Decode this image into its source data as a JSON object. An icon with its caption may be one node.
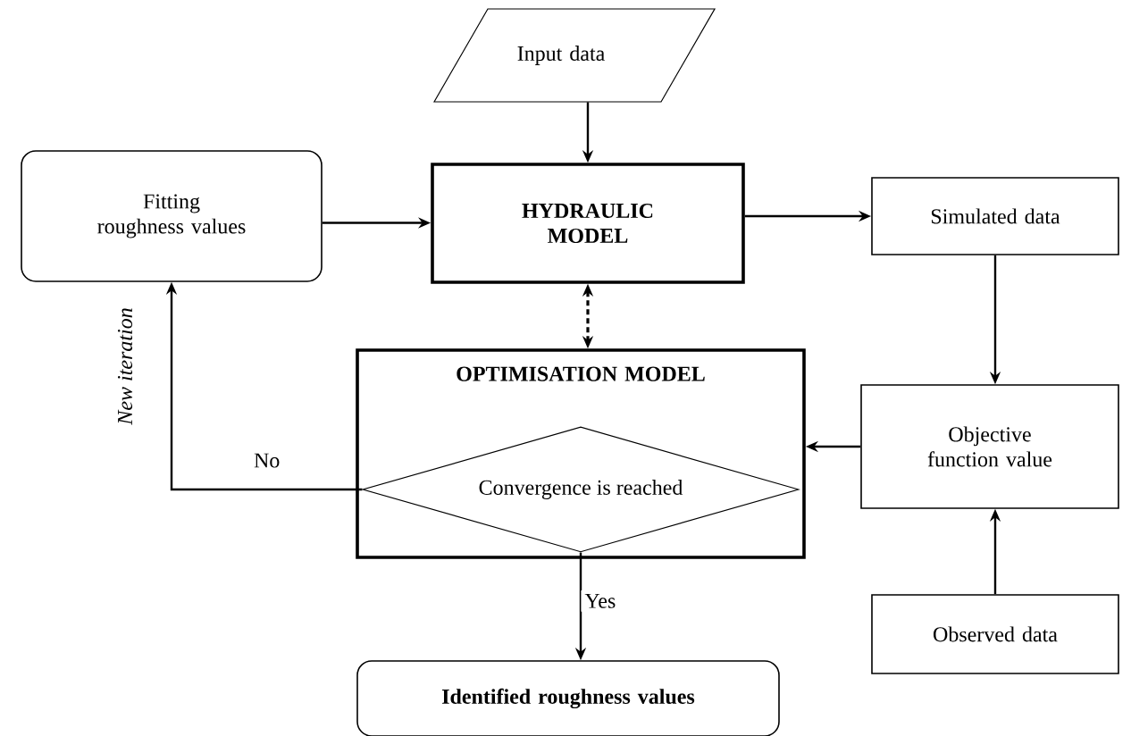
{
  "diagram": {
    "nodes": [
      {
        "text": [
          "Input data"
        ]
      },
      {
        "text": [
          "Fitting roughness values"
        ]
      },
      {
        "text": [
          "HYDRAULIC MODEL"
        ]
      },
      {
        "text": [
          "Simulated data"
        ]
      },
      {
        "text": [
          "OPTIMISATION MODEL"
        ]
      },
      {
        "text": [
          "Convergence is reached"
        ],
        "in": 4
      },
      {
        "text": [
          "Objective function value"
        ]
      },
      {
        "text": [
          "Observed data"
        ]
      },
      {
        "text": [
          "Identified roughness values"
        ]
      }
    ],
    "edges": [
      {
        "from": 0,
        "to": 2,
        "arrow": "to"
      },
      {
        "from": 1,
        "to": 2,
        "arrow": "to"
      },
      {
        "from": 2,
        "to": 3,
        "arrow": "to"
      },
      {
        "from": 2,
        "to": 4,
        "arrow": "both",
        "style": "dashed"
      },
      {
        "from": 3,
        "to": 6,
        "arrow": "to"
      },
      {
        "from": 6,
        "to": 4,
        "arrow": "to"
      },
      {
        "from": 7,
        "to": 6,
        "arrow": "to"
      },
      {
        "from": 5,
        "to": 1,
        "arrow": "to",
        "label": "No"
      },
      {
        "from": 5,
        "to": 8,
        "arrow": "to",
        "label": "Yes"
      }
    ],
    "labels": [
      "New iteration"
    ]
  }
}
